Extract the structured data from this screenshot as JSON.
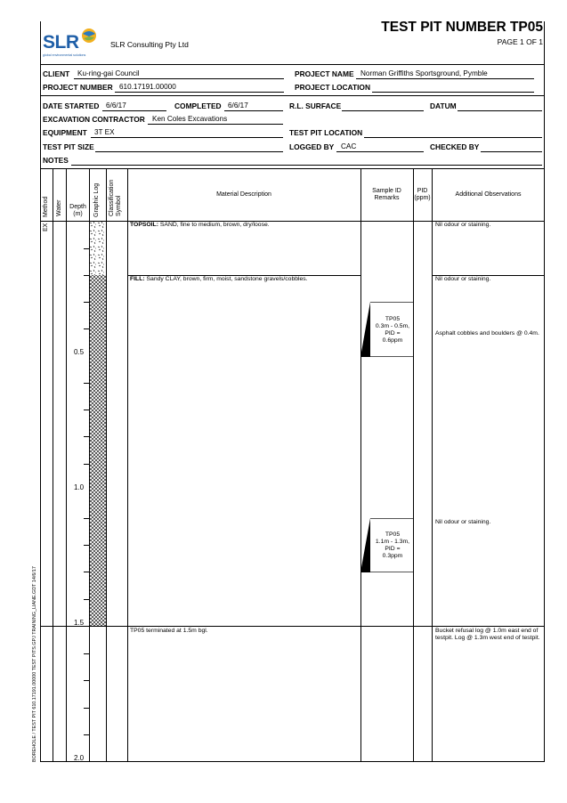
{
  "title": "TEST PIT NUMBER TP05",
  "page_label": "PAGE  1  OF  1",
  "company": {
    "logo_text": "SLR",
    "logo_tagline": "global environmental solutions",
    "name": "SLR Consulting Pty Ltd"
  },
  "header": {
    "client_label": "CLIENT",
    "client_value": "Ku-ring-gai Council",
    "project_name_label": "PROJECT NAME",
    "project_name_value": "Norman Griffiths Sportsground, Pymble",
    "project_number_label": "PROJECT NUMBER",
    "project_number_value": "610.17191.00000",
    "project_location_label": "PROJECT LOCATION",
    "project_location_value": "",
    "date_started_label": "DATE STARTED",
    "date_started_value": "6/6/17",
    "completed_label": "COMPLETED",
    "completed_value": "6/6/17",
    "rl_surface_label": "R.L. SURFACE",
    "rl_surface_value": "",
    "datum_label": "DATUM",
    "datum_value": "",
    "excavation_contractor_label": "EXCAVATION CONTRACTOR",
    "excavation_contractor_value": "Ken Coles Excavations",
    "equipment_label": "EQUIPMENT",
    "equipment_value": "3T EX",
    "test_pit_location_label": "TEST PIT LOCATION",
    "test_pit_location_value": "",
    "test_pit_size_label": "TEST PIT SIZE",
    "test_pit_size_value": "",
    "logged_by_label": "LOGGED BY",
    "logged_by_value": "CAC",
    "checked_by_label": "CHECKED BY",
    "checked_by_value": "",
    "notes_label": "NOTES",
    "notes_value": ""
  },
  "columns": {
    "method": "Method",
    "water": "Water",
    "depth_line1": "Depth",
    "depth_line2": "(m)",
    "graphic_log": "Graphic Log",
    "classification_line1": "Classification",
    "classification_line2": "Symbol",
    "material_description": "Material Description",
    "sample_line1": "Sample ID",
    "sample_line2": "Remarks",
    "pid_line1": "PID",
    "pid_line2": "(ppm)",
    "additional_observations": "Additional Observations"
  },
  "method_value": "EX",
  "depth_labels": [
    "0.5",
    "1.0",
    "1.5",
    "2.0"
  ],
  "layers": [
    {
      "name": "TOPSOIL:",
      "description": "SAND, fine to medium, brown, dry/loose.",
      "observation": "Nil odour or staining."
    },
    {
      "name": "FILL:",
      "description": "Sandy CLAY, brown, firm, moist, sandstone gravels/cobbles.",
      "observation": "Nil odour or staining."
    }
  ],
  "samples": [
    {
      "line1": "TP05",
      "line2": "0.3m - 0.5m,",
      "line3": "PID =",
      "line4": "0.6ppm"
    },
    {
      "line1": "TP05",
      "line2": "1.1m - 1.3m,",
      "line3": "PID =",
      "line4": "0.3ppm"
    }
  ],
  "observations": {
    "asphalt": "Asphalt cobbles and boulders @ 0.4m.",
    "nil_lower": "Nil odour or staining.",
    "refusal": "Bucket refusal log @ 1.0m east end of testpit. Log @ 1.3m west end of testpit."
  },
  "termination": "TP05 terminated at 1.5m bgl.",
  "side_label": "BOREHOLE / TEST PIT  610.17191.00000 TEST PITS.GPJ  TRAINING_LIANE.GDT  14/6/17",
  "colors": {
    "logo_blue": "#1f5fa8",
    "line": "#000000"
  }
}
